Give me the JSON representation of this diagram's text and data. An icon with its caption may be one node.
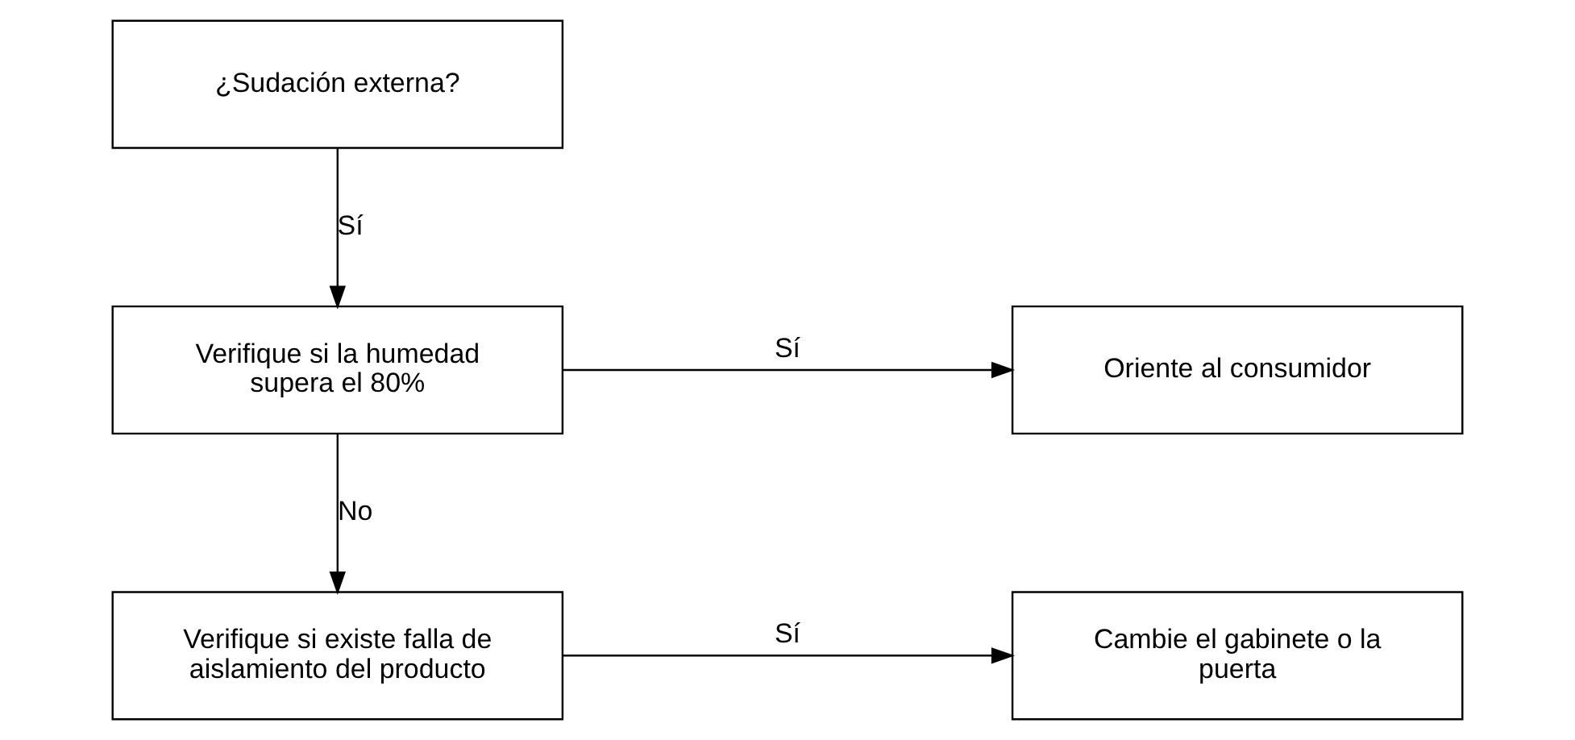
{
  "diagram": {
    "nodes": [
      {
        "text": [
          "¿Sudación externa?"
        ]
      },
      {
        "text": [
          "Verifique si la humedad supera el 80%"
        ]
      },
      {
        "text": [
          "Oriente al consumidor"
        ]
      },
      {
        "text": [
          "Verifique si existe falla de aislamiento del producto"
        ]
      },
      {
        "text": [
          "Cambie el gabinete o la puerta"
        ]
      }
    ],
    "edges": [
      {
        "from": 0,
        "to": 1,
        "arrow": "to",
        "label": "Sí"
      },
      {
        "from": 1,
        "to": 2,
        "arrow": "to",
        "label": "Sí"
      },
      {
        "from": 1,
        "to": 3,
        "arrow": "to",
        "label": "No"
      },
      {
        "from": 3,
        "to": 4,
        "arrow": "to",
        "label": "Sí"
      }
    ]
  }
}
